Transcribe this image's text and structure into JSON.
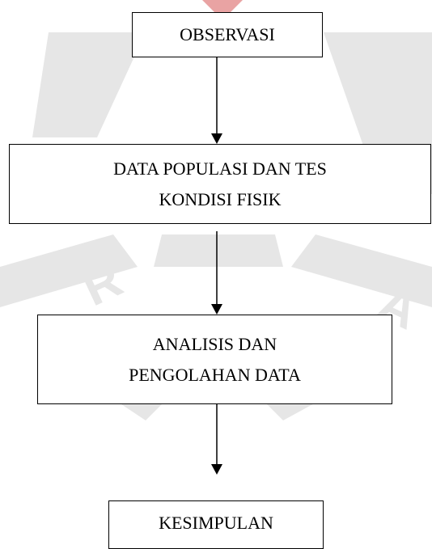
{
  "flowchart": {
    "steps": [
      {
        "lines": [
          "OBSERVASI"
        ]
      },
      {
        "lines": [
          "DATA POPULASI DAN TES",
          "KONDISI FISIK"
        ]
      },
      {
        "lines": [
          "ANALISIS DAN",
          "PENGOLAHAN DATA"
        ]
      },
      {
        "lines": [
          "KESIMPULAN"
        ]
      }
    ]
  },
  "watermark": {
    "color_red": "#f2c9c9",
    "color_gray": "#e6e6e6",
    "letters": [
      "R",
      "A"
    ]
  }
}
